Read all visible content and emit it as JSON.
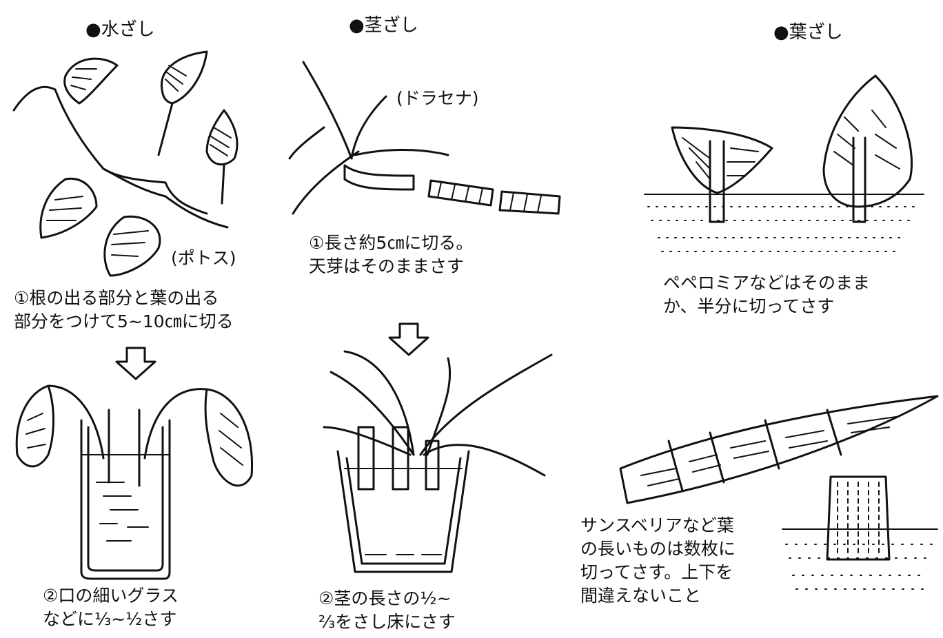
{
  "sections": {
    "water": {
      "heading": "●水ざし",
      "plant_label": "(ポトス)",
      "step1": [
        "①根の出る部分と葉の出る",
        "部分をつけて5~10㎝に切る"
      ],
      "step2": [
        "②口の細いグラス",
        "などに⅓~½さす"
      ]
    },
    "stem": {
      "heading": "●茎ざし",
      "plant_label": "(ドラセナ)",
      "step1": [
        "①長さ約5㎝に切る。",
        "天芽はそのままさす"
      ],
      "step2": [
        "②茎の長さの½~",
        "⅔をさし床にさす"
      ]
    },
    "leaf": {
      "heading": "●葉ざし",
      "caption1": [
        "ペペロミアなどはそのまま",
        "か、半分に切ってさす"
      ],
      "caption2": [
        "サンスベリアなど葉",
        "の長いものは数枚に",
        "切ってさす。上下を",
        "間違えないこと"
      ]
    }
  },
  "icons": {
    "arrow": "down-arrow-icon"
  }
}
